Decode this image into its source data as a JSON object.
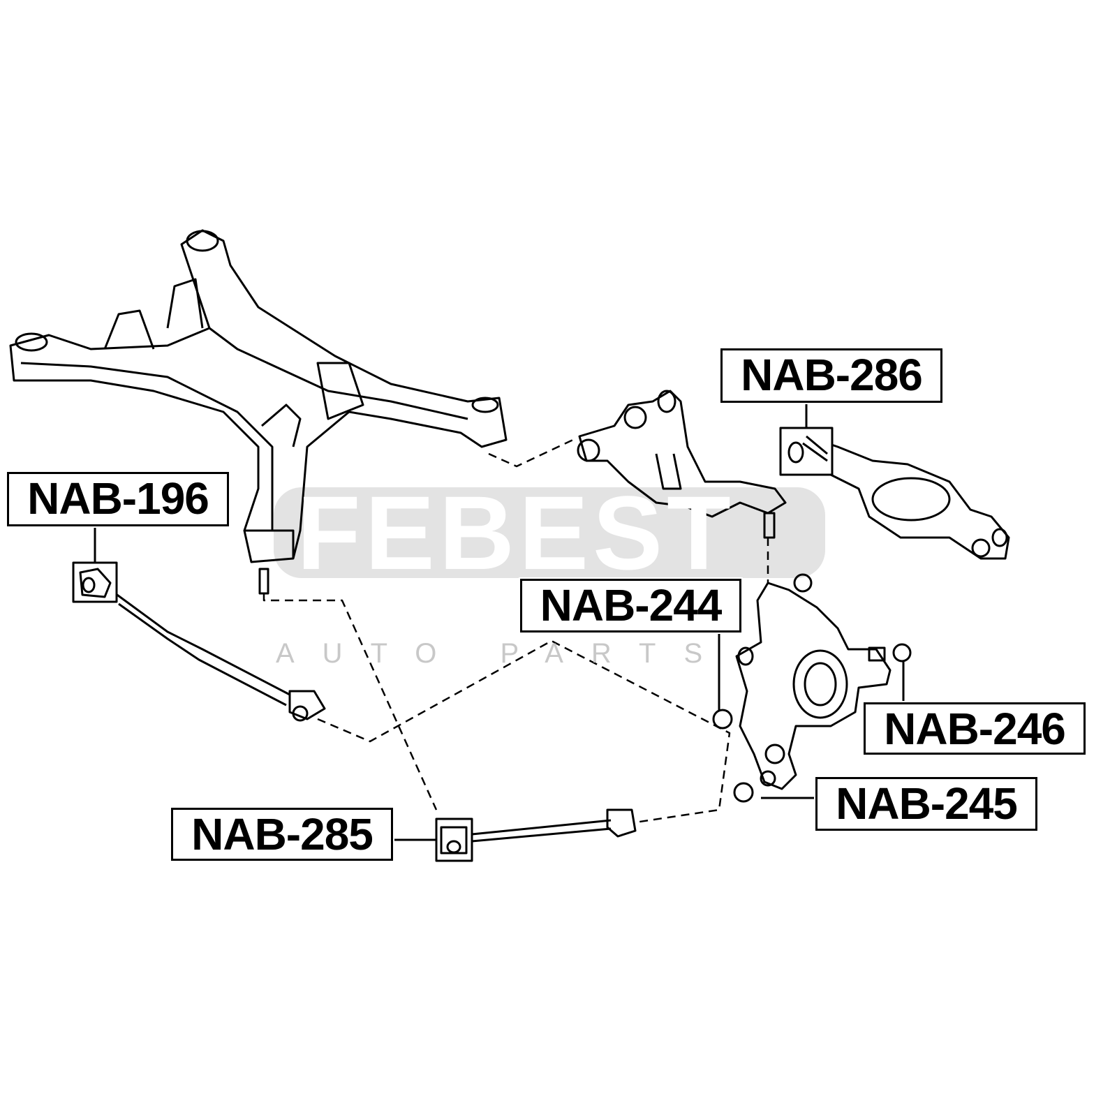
{
  "watermark": {
    "brand": "FEBEST",
    "tagline": "AUTO PARTS",
    "band_color": "#e3e3e3"
  },
  "labels": [
    {
      "id": "nab-286",
      "text": "NAB-286"
    },
    {
      "id": "nab-196",
      "text": "NAB-196"
    },
    {
      "id": "nab-244",
      "text": "NAB-244"
    },
    {
      "id": "nab-246",
      "text": "NAB-246"
    },
    {
      "id": "nab-245",
      "text": "NAB-245"
    },
    {
      "id": "nab-285",
      "text": "NAB-285"
    }
  ]
}
